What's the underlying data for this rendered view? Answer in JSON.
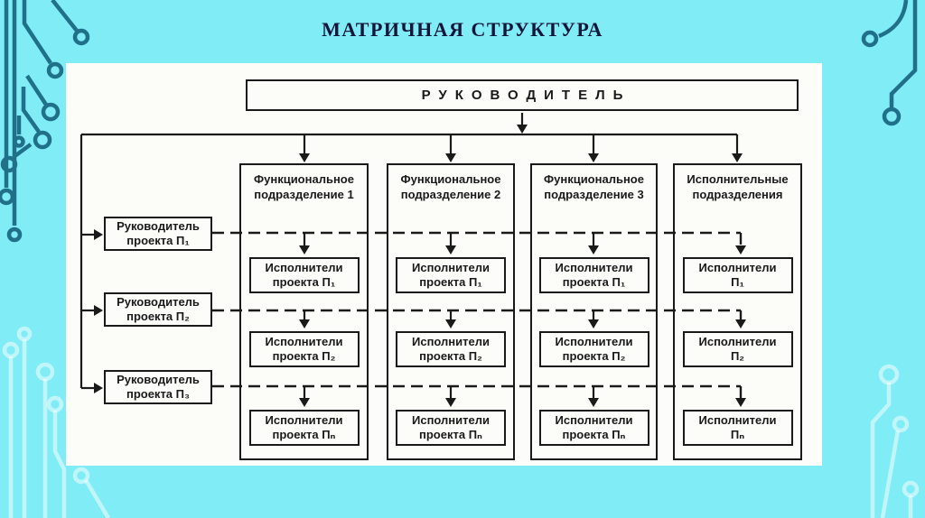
{
  "title": "МАТРИЧНАЯ СТРУКТУРА",
  "root": {
    "label": "РУКОВОДИТЕЛЬ"
  },
  "project_managers": [
    {
      "line1": "Руководитель",
      "line2": "проекта П₁"
    },
    {
      "line1": "Руководитель",
      "line2": "проекта П₂"
    },
    {
      "line1": "Руководитель",
      "line2": "проекта П₃"
    }
  ],
  "columns": [
    {
      "header_line1": "Функциональное",
      "header_line2": "подразделение 1",
      "cells": [
        {
          "line1": "Исполнители",
          "line2": "проекта П₁"
        },
        {
          "line1": "Исполнители",
          "line2": "проекта П₂"
        },
        {
          "line1": "Исполнители",
          "line2": "проекта Пₙ"
        }
      ]
    },
    {
      "header_line1": "Функциональное",
      "header_line2": "подразделение 2",
      "cells": [
        {
          "line1": "Исполнители",
          "line2": "проекта П₁"
        },
        {
          "line1": "Исполнители",
          "line2": "проекта П₂"
        },
        {
          "line1": "Исполнители",
          "line2": "проекта Пₙ"
        }
      ]
    },
    {
      "header_line1": "Функциональное",
      "header_line2": "подразделение 3",
      "cells": [
        {
          "line1": "Исполнители",
          "line2": "проекта П₁"
        },
        {
          "line1": "Исполнители",
          "line2": "проекта П₂"
        },
        {
          "line1": "Исполнители",
          "line2": "проекта Пₙ"
        }
      ]
    },
    {
      "header_line1": "Исполнительные",
      "header_line2": "подразделения",
      "cells": [
        {
          "line1": "Исполнители",
          "line2": "П₁"
        },
        {
          "line1": "Исполнители",
          "line2": "П₂"
        },
        {
          "line1": "Исполнители",
          "line2": "Пₙ"
        }
      ]
    }
  ],
  "colors": {
    "background": "#80ECF5",
    "panel": "#FCFCF9",
    "diagram_line": "#1A1A1A",
    "title_text": "#15153A",
    "circuit_trace_dark": "#20708A",
    "circuit_trace_light": "#FFFFFF"
  }
}
